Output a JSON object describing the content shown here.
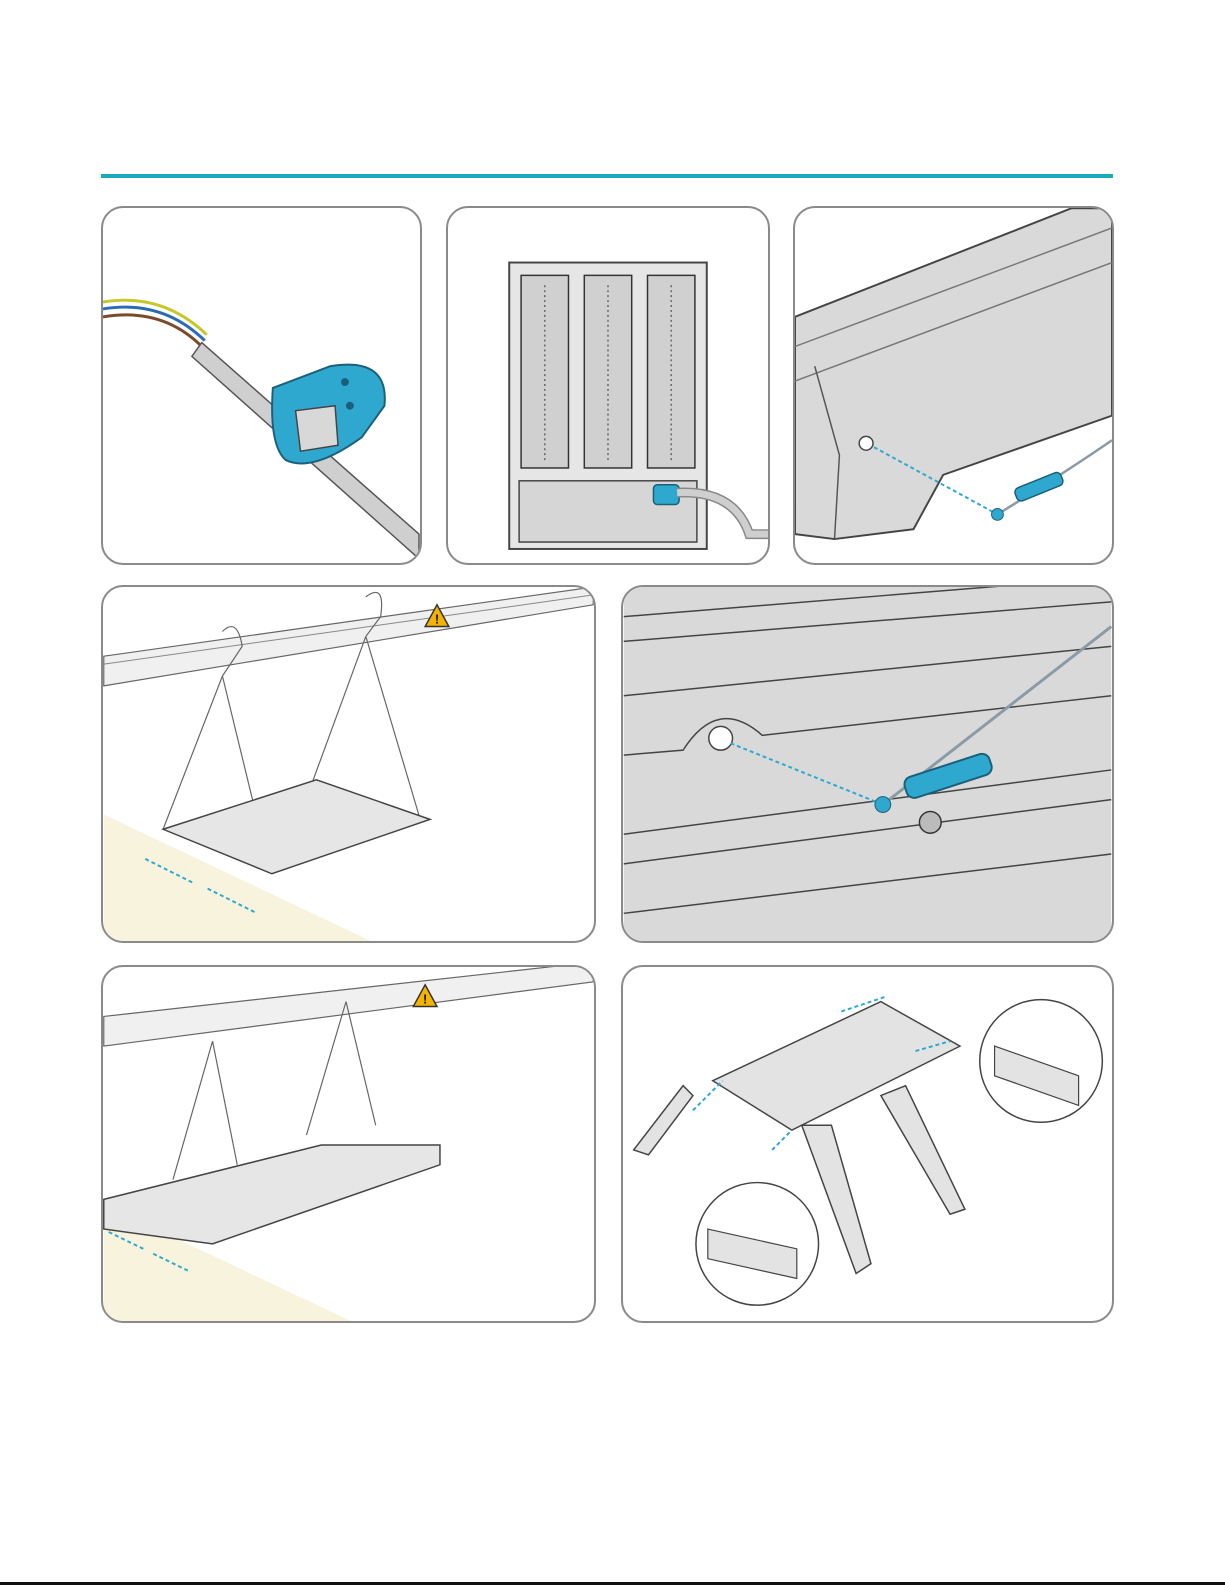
{
  "page": {
    "accent_color": "#1aa9bc",
    "warning_color": "#f5b300",
    "highlight_color": "#2fa8d0"
  },
  "panels": [
    {
      "id": "cable-gland-step",
      "icons": [
        "cable-icon",
        "gland-plate-icon"
      ]
    },
    {
      "id": "fixture-back-step",
      "icons": [
        "led-module-icon",
        "cable-entry-icon"
      ]
    },
    {
      "id": "safety-cable-attach-step",
      "icons": [
        "safety-wire-clip-icon"
      ]
    },
    {
      "id": "wire-suspension-step",
      "icons": [
        "warning-icon",
        "adjust-arrow-icon"
      ]
    },
    {
      "id": "safety-cable-closeup-step",
      "icons": [
        "safety-wire-clip-icon"
      ]
    },
    {
      "id": "double-fixture-suspension-step",
      "icons": [
        "warning-icon",
        "adjust-arrow-icon"
      ]
    },
    {
      "id": "bracket-mount-step",
      "icons": [
        "bracket-icon",
        "zoom-detail-icon"
      ]
    }
  ]
}
